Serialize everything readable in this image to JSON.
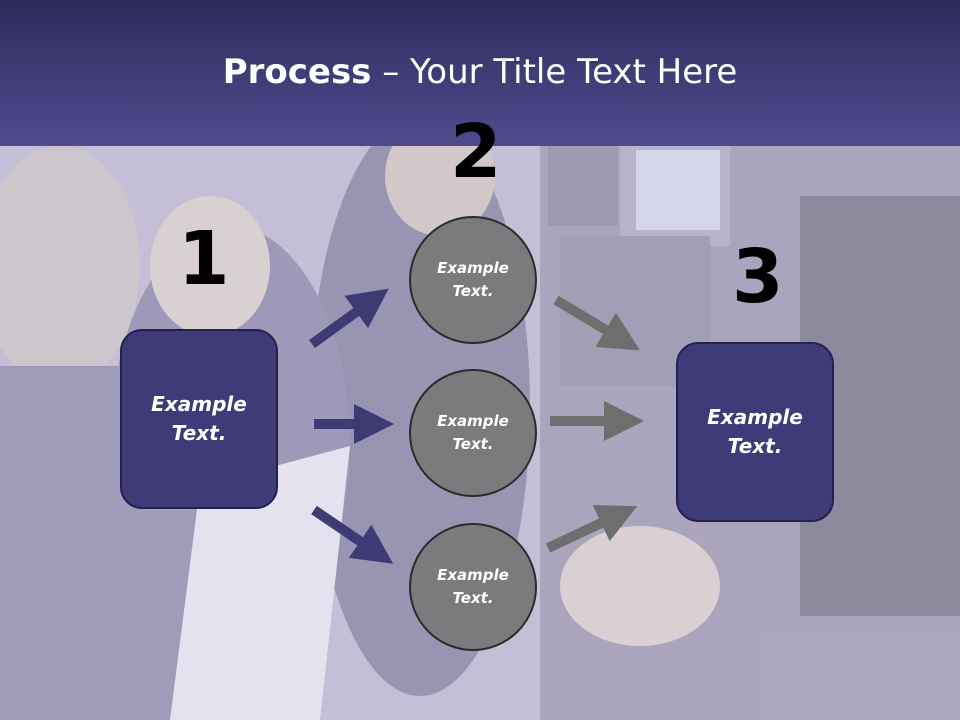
{
  "slide": {
    "title_bold": "Process",
    "title_rest": " – Your Title Text Here"
  },
  "steps": {
    "n1": "1",
    "n2": "2",
    "n3": "3"
  },
  "boxes": {
    "left": {
      "line1": "Example",
      "line2": "Text."
    },
    "right": {
      "line1": "Example",
      "line2": "Text."
    }
  },
  "circles": [
    {
      "line1": "Example",
      "line2": "Text."
    },
    {
      "line1": "Example",
      "line2": "Text."
    },
    {
      "line1": "Example",
      "line2": "Text."
    }
  ],
  "colors": {
    "header": "#3d3a74",
    "box_fill": "#3f3a78",
    "circle_fill": "#7b7b7d",
    "arrow_in": "#3d3a74",
    "arrow_out": "#6e6e6e"
  }
}
